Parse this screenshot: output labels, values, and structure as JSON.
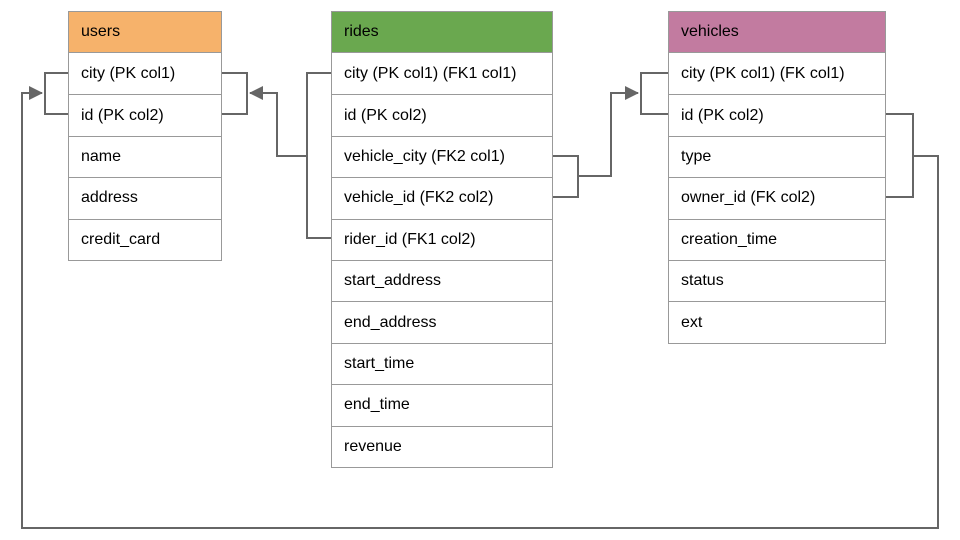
{
  "canvas": {
    "background": "#ffffff",
    "connector_color": "#666666",
    "table_border_color": "#999999",
    "text_color": "#000000"
  },
  "tables": {
    "users": {
      "title": "users",
      "header_color": "#F6B26B",
      "rows": [
        "city (PK col1)",
        "id (PK col2)",
        "name",
        "address",
        "credit_card"
      ]
    },
    "rides": {
      "title": "rides",
      "header_color": "#6AA84F",
      "rows": [
        "city (PK col1) (FK1 col1)",
        "id (PK col2)",
        "vehicle_city (FK2 col1)",
        "vehicle_id (FK2 col2)",
        "rider_id (FK1 col2)",
        "start_address",
        "end_address",
        "start_time",
        "end_time",
        "revenue"
      ]
    },
    "vehicles": {
      "title": "vehicles",
      "header_color": "#C27BA0",
      "rows": [
        "city (PK col1) (FK col1)",
        "id (PK col2)",
        "type",
        "owner_id (FK col2)",
        "creation_time",
        "status",
        "ext"
      ]
    }
  },
  "relationships": [
    {
      "name": "FK1",
      "from_table": "rides",
      "from_columns": [
        "city",
        "rider_id"
      ],
      "to_table": "users",
      "to_columns": [
        "city",
        "id"
      ],
      "arrow_points_to": "users"
    },
    {
      "name": "FK2",
      "from_table": "rides",
      "from_columns": [
        "vehicle_city",
        "vehicle_id"
      ],
      "to_table": "vehicles",
      "to_columns": [
        "city",
        "id"
      ],
      "arrow_points_to": "vehicles"
    },
    {
      "name": "FK",
      "from_table": "vehicles",
      "from_columns": [
        "id",
        "owner_id"
      ],
      "to_table": "users",
      "to_columns": [
        "city",
        "id"
      ],
      "arrow_points_to": "users"
    }
  ]
}
